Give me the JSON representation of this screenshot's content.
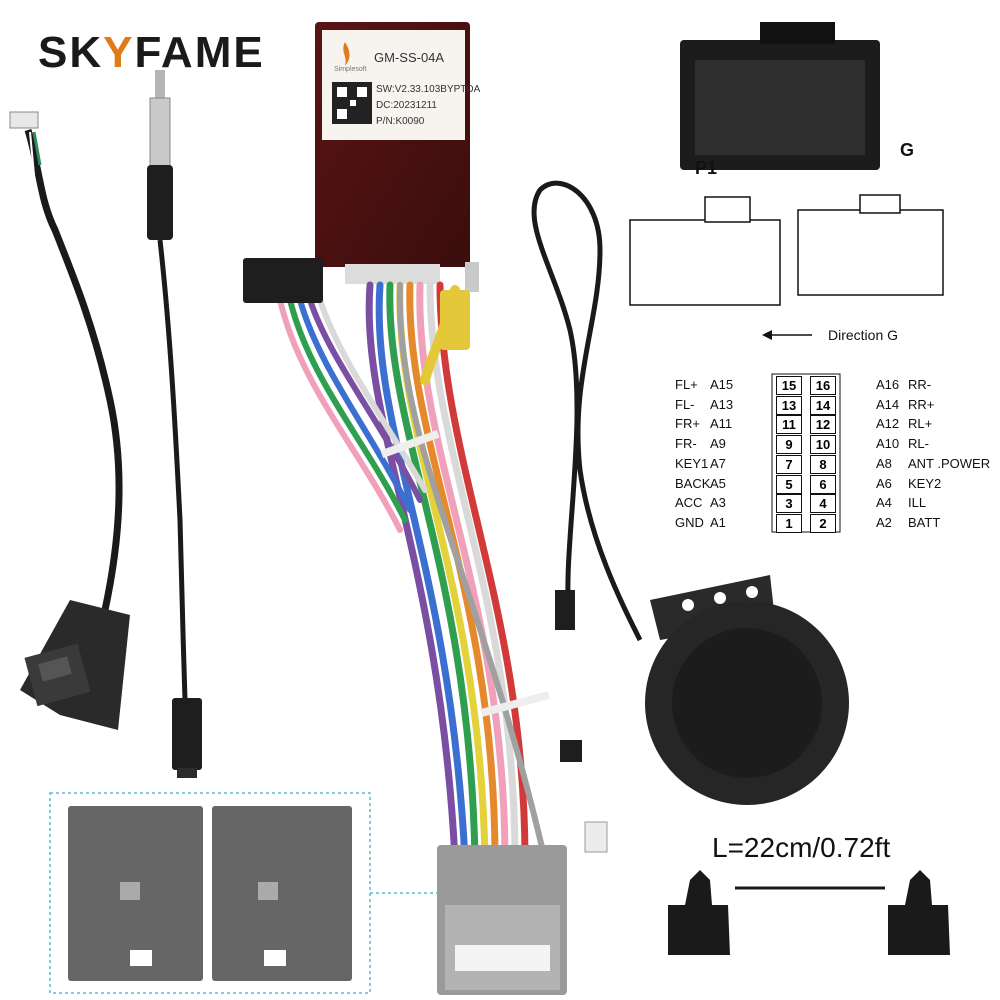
{
  "brand": {
    "prefix": "SK",
    "accent": "Y",
    "suffix": "FAME",
    "accent_color": "#e07b1a"
  },
  "module": {
    "model": "GM-SS-04A",
    "sw": "SW:V2.33.103BYPTDA",
    "dc": "DC:20231211",
    "pn": "P/N:K0090",
    "maker": "Simplesoft"
  },
  "labels": {
    "p1": "P1",
    "g": "G",
    "direction": "Direction G",
    "length": "L=22cm/0.72ft"
  },
  "pinout": {
    "left": [
      {
        "name": "FL+",
        "pin": "A15",
        "num": "15"
      },
      {
        "name": "FL-",
        "pin": "A13",
        "num": "13"
      },
      {
        "name": "FR+",
        "pin": "A11",
        "num": "11"
      },
      {
        "name": "FR-",
        "pin": "A9",
        "num": "9"
      },
      {
        "name": "KEY1",
        "pin": "A7",
        "num": "7"
      },
      {
        "name": "BACK",
        "pin": "A5",
        "num": "5"
      },
      {
        "name": "ACC",
        "pin": "A3",
        "num": "3"
      },
      {
        "name": "GND",
        "pin": "A1",
        "num": "1"
      }
    ],
    "right": [
      {
        "name": "RR-",
        "pin": "A16",
        "num": "16"
      },
      {
        "name": "RR+",
        "pin": "A14",
        "num": "14"
      },
      {
        "name": "RL+",
        "pin": "A12",
        "num": "12"
      },
      {
        "name": "RL-",
        "pin": "A10",
        "num": "10"
      },
      {
        "name": "ANT .POWER",
        "pin": "A8",
        "num": "8"
      },
      {
        "name": "KEY2",
        "pin": "A6",
        "num": "6"
      },
      {
        "name": "ILL",
        "pin": "A4",
        "num": "4"
      },
      {
        "name": "BATT",
        "pin": "A2",
        "num": "2"
      }
    ]
  }
}
